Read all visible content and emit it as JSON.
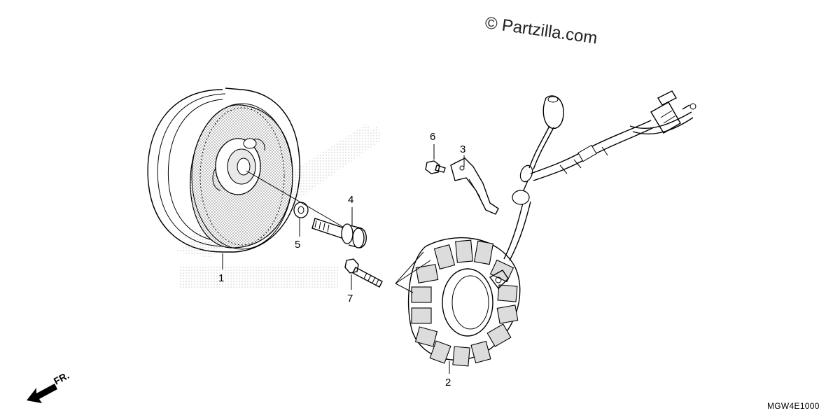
{
  "watermark": {
    "copyright": "© Partzilla.com"
  },
  "diagram_code": "MGW4E1000",
  "direction_label": "FR.",
  "parts": [
    {
      "ref": "1",
      "name": "flywheel"
    },
    {
      "ref": "2",
      "name": "stator"
    },
    {
      "ref": "3",
      "name": "pulse-generator-bracket"
    },
    {
      "ref": "4",
      "name": "flange-bolt"
    },
    {
      "ref": "5",
      "name": "washer"
    },
    {
      "ref": "6",
      "name": "small-bolt"
    },
    {
      "ref": "7",
      "name": "stator-bolt"
    }
  ]
}
